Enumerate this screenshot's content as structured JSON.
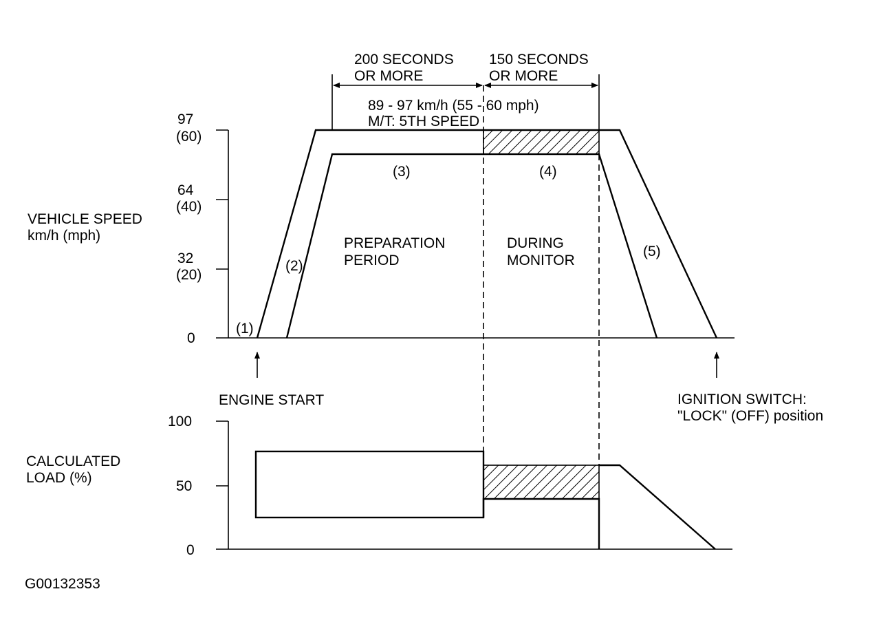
{
  "timing": {
    "prep_line1": "200 SECONDS",
    "prep_line2": "OR MORE",
    "monitor_line1": "150 SECONDS",
    "monitor_line2": "OR MORE",
    "speed_range_line1": "89 - 97 km/h (55 - 60 mph)",
    "speed_range_line2": "M/T: 5TH SPEED"
  },
  "speed_axis": {
    "title_line1": "VEHICLE SPEED",
    "title_line2": "km/h (mph)",
    "ticks": [
      {
        "kmh": "97",
        "mph": "(60)"
      },
      {
        "kmh": "64",
        "mph": "(40)"
      },
      {
        "kmh": "32",
        "mph": "(20)"
      },
      {
        "kmh": "0",
        "mph": ""
      }
    ]
  },
  "load_axis": {
    "title_line1": "CALCULATED",
    "title_line2": "LOAD (%)",
    "ticks": [
      "100",
      "50",
      "0"
    ]
  },
  "phases": {
    "step1": "(1)",
    "step2": "(2)",
    "step3": "(3)",
    "step4": "(4)",
    "step5": "(5)"
  },
  "regions": {
    "prep_line1": "PREPARATION",
    "prep_line2": "PERIOD",
    "monitor_line1": "DURING",
    "monitor_line2": "MONITOR"
  },
  "events": {
    "engine_start": "ENGINE START",
    "ignition_line1": "IGNITION SWITCH:",
    "ignition_line2": "\"LOCK\" (OFF) position"
  },
  "figure_id": "G00132353"
}
